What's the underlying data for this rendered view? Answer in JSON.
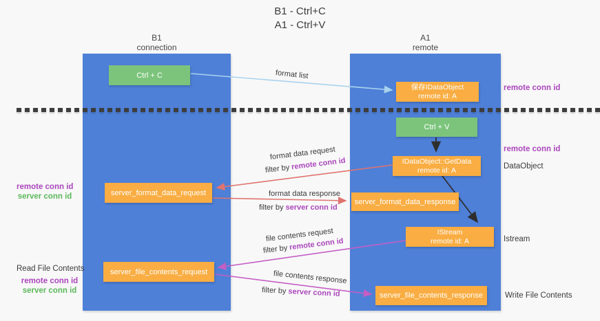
{
  "title": {
    "line1": "B1 - Ctrl+C",
    "line2": "A1 - Ctrl+V"
  },
  "columns": {
    "left": {
      "name": "B1",
      "role": "connection"
    },
    "right": {
      "name": "A1",
      "role": "remote"
    }
  },
  "nodes": {
    "ctrl_c": {
      "label": "Ctrl + C"
    },
    "ctrl_v": {
      "label": "Ctrl + V"
    },
    "clipboard_object": {
      "line1": "保存IDataObject",
      "line2": "remote id: A"
    },
    "getdata": {
      "line1": "IDataObject::GetData",
      "line2": "remote id: A"
    },
    "istream": {
      "line1": "IStream",
      "line2": "remote id: A"
    },
    "format_request": {
      "label": "server_format_data_request"
    },
    "format_response": {
      "label": "server_format_data_response"
    },
    "file_request": {
      "label": "server_file_contents_request"
    },
    "file_response": {
      "label": "server_file_contents_response"
    }
  },
  "edge_labels": {
    "format_list": "format list",
    "format_data_request": "format data request",
    "format_data_response": "format data response",
    "file_contents_request": "file contents request",
    "file_contents_response": "file contents response",
    "filter_by": "filter by",
    "remote_conn_id": "remote conn id",
    "server_conn_id": "server conn id"
  },
  "side_labels": {
    "left_mid": {
      "remote": "remote conn id",
      "server": "server conn id"
    },
    "left_bottom": {
      "title": "Read File Contents",
      "remote": "remote conn id",
      "server": "server conn id"
    },
    "right_top": {
      "remote": "remote conn id"
    },
    "right_mid": {
      "remote": "remote conn id",
      "dataobject": "DataObject"
    },
    "right_istream": {
      "label": "Istream"
    },
    "right_bottom": {
      "label": "Write File Contents"
    }
  },
  "colors": {
    "column_blue": "#4e80d8",
    "box_green": "#7cc47c",
    "box_orange": "#f9ad42",
    "arrow_blue": "#a9d3ee",
    "arrow_red": "#e0736e",
    "arrow_magenta": "#c45ec5",
    "arrow_black": "#2e2e2e",
    "text_purple": "#ab47bc",
    "text_green": "#5cb85c"
  }
}
